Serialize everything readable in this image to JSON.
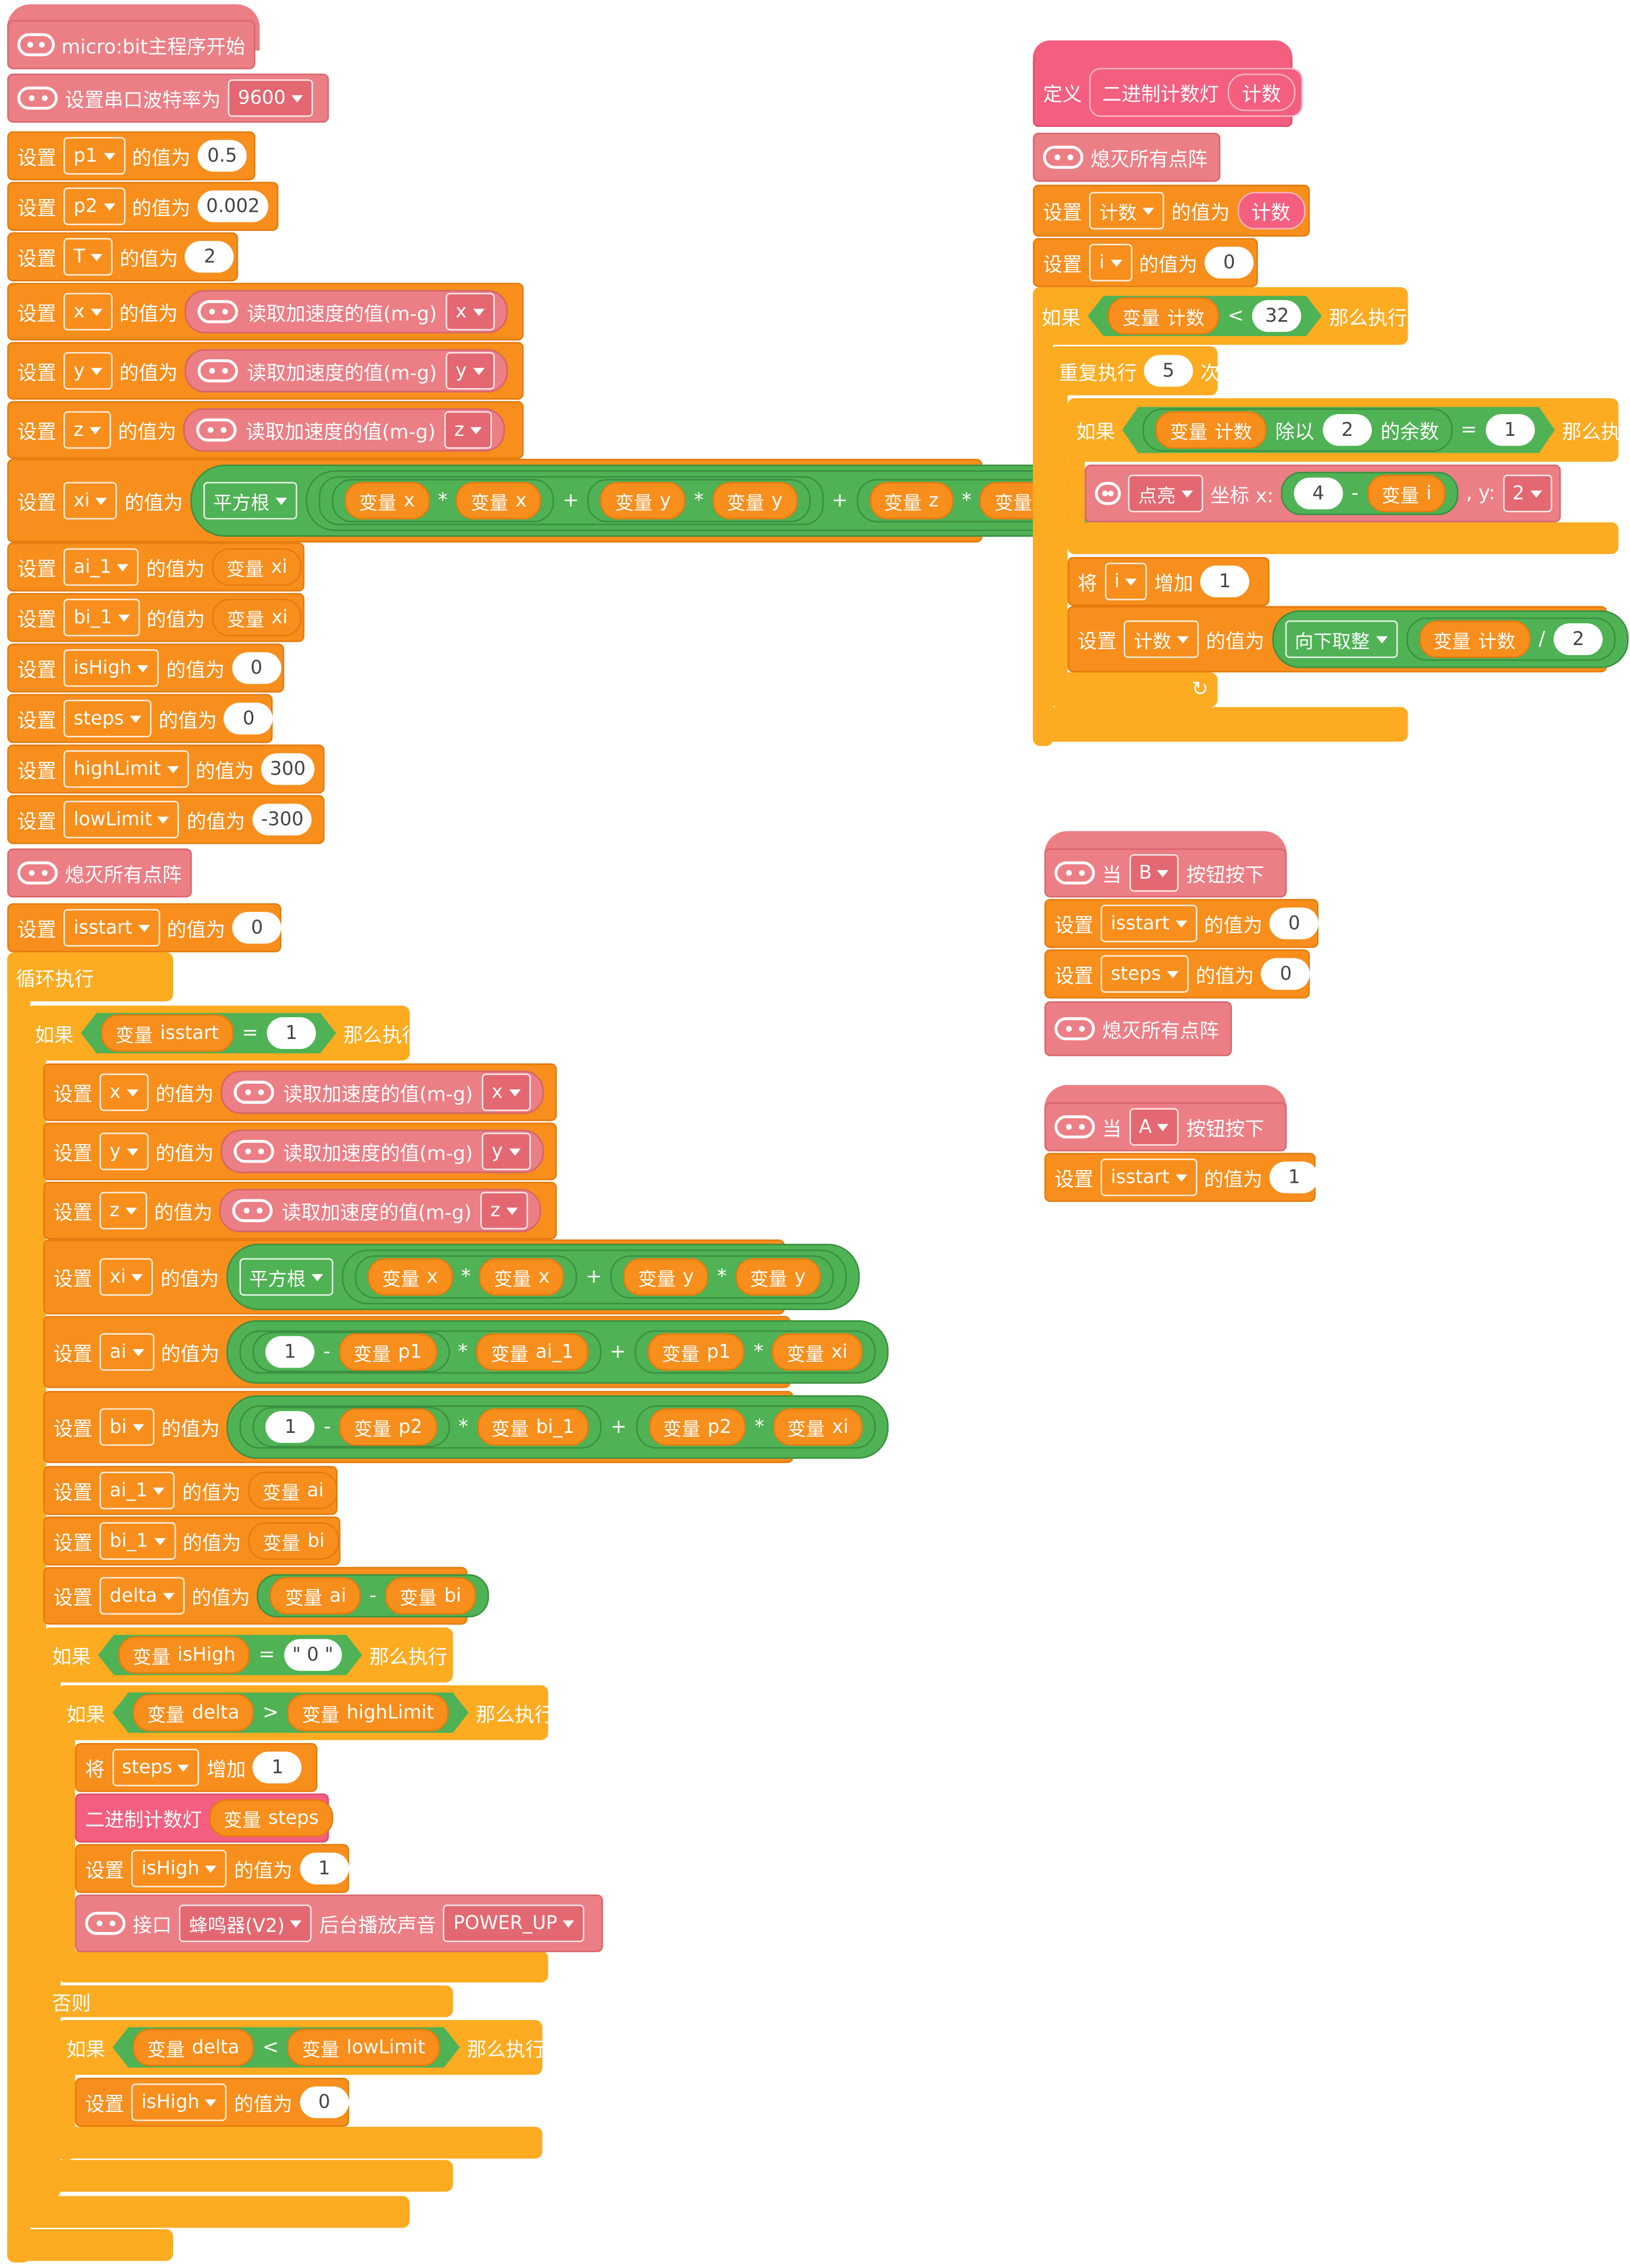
{
  "kw": {
    "set": "设置",
    "valueof": "的值为",
    "var": "变量",
    "change": "将",
    "by": "增加",
    "if": "如果",
    "then": "那么执行",
    "else": "否则",
    "loop": "循环执行",
    "repeat": "重复执行",
    "times": "次",
    "when": "当",
    "pressed": "按钮按下",
    "define": "定义",
    "sqrt": "平方根",
    "floor": "向下取整",
    "mod": "除以",
    "remainder": "的余数",
    "coord": "坐标 x:",
    "ycoord": ", y:",
    "port": "接口",
    "bgplay": "后台播放声音"
  },
  "ops": {
    "mul": "*",
    "add": "+",
    "sub": "-",
    "div": "/",
    "eq": "=",
    "lt": "<",
    "gt": ">"
  },
  "blocks": {
    "start": "micro:bit主程序开始",
    "baud": "设置串口波特率为",
    "baud_val": "9600",
    "clear": "熄灭所有点阵",
    "accel": "读取加速度的值(m-g)",
    "lit": "点亮",
    "buzzer": "蜂鸣器(V2)",
    "sound": "POWER_UP",
    "str0": "\" 0 \""
  },
  "vars": {
    "p1": "p1",
    "p2": "p2",
    "T": "T",
    "x": "x",
    "y": "y",
    "z": "z",
    "xi": "xi",
    "ai_1": "ai_1",
    "bi_1": "bi_1",
    "isHigh": "isHigh",
    "steps": "steps",
    "highLimit": "highLimit",
    "lowLimit": "lowLimit",
    "isstart": "isstart",
    "ai": "ai",
    "bi": "bi",
    "delta": "delta",
    "count": "计数",
    "i": "i"
  },
  "nums": {
    "n0": "0",
    "n0_5": "0.5",
    "n0_002": "0.002",
    "n1": "1",
    "n2": "2",
    "n4": "4",
    "n5": "5",
    "n32": "32",
    "n300": "300",
    "nm300": "-300"
  },
  "func": {
    "name": "二进制计数灯",
    "param": "计数"
  },
  "buttons": {
    "A": "A",
    "B": "B"
  },
  "colors": {
    "variable": "#f88e1c",
    "control": "#fdab21",
    "operator": "#4fb254",
    "microbit": "#ec7e85",
    "function": "#f45f80"
  },
  "icons": [
    "microbit-icon",
    "dropdown-arrow-icon",
    "loop-arrow-icon"
  ]
}
